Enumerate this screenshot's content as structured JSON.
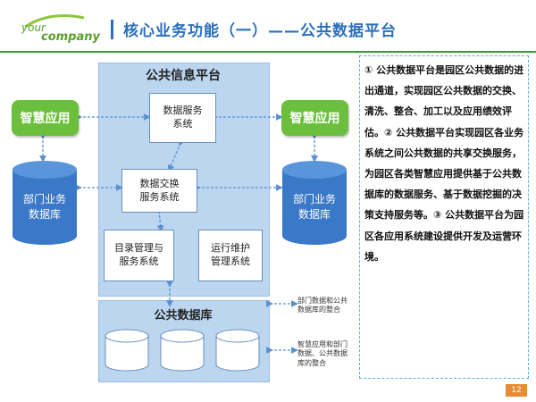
{
  "header": {
    "logo_your": "your",
    "logo_company": "company",
    "title": "核心业务功能（一）——公共数据平台"
  },
  "diagram": {
    "platform_title": "公共信息平台",
    "data_service": "数据服务\n系统",
    "data_exchange": "数据交换\n服务系统",
    "catalog": "目录管理与\n服务系统",
    "ops": "运行维护\n管理系统",
    "public_db_title": "公共数据库",
    "smart_app_left": "智慧应用",
    "smart_app_right": "智慧应用",
    "dept_db_left": "部门业务\n数据库",
    "dept_db_right": "部门业务\n数据库",
    "legend_1": "部门数据和公共\n数据库的整合",
    "legend_2": "智慧应用和部门\n数据、公共数据\n库的整合"
  },
  "points": {
    "text": "① 公共数据平台是园区公共数据的进出通道，实现园区公共数据的交换、清洗、整合、加工以及应用绩效评估。② 公共数据平台实现园区各业务系统之间公共数据的共享交换服务，为园区各类智慧应用提供基于公共数据库的数据服务、基于数据挖掘的决策支持服务等。③ 公共数据平台为园区各应用系统建设提供开发及运营环境。"
  },
  "footer": {
    "page": "12"
  },
  "colors": {
    "accent": "#2a6fbb",
    "green": "#6cbf3c",
    "panel": "#bcd6ef",
    "db": "#3a78c8",
    "page": "#e88c32"
  }
}
